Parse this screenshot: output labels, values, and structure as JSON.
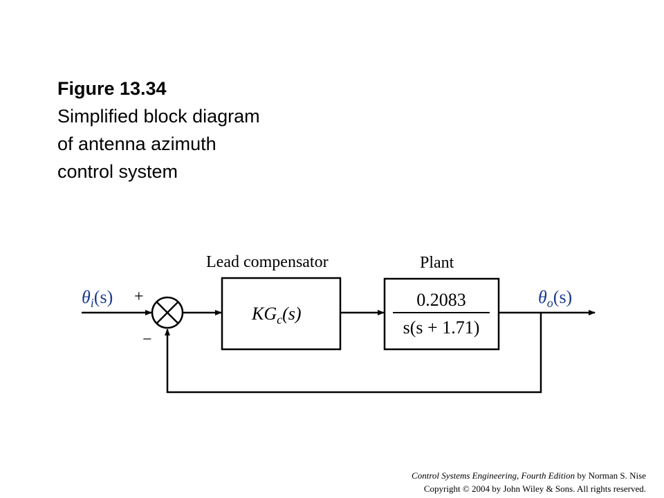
{
  "caption": {
    "figure_number": "Figure 13.34",
    "description": "Simplified block diagram of antenna azimuth control system"
  },
  "diagram": {
    "input_symbol": "θ",
    "input_subscript": "i",
    "input_arg": "(s)",
    "output_symbol": "θ",
    "output_subscript": "o",
    "output_arg": "(s)",
    "plus_sign": "+",
    "minus_sign": "−",
    "compensator": {
      "label": "Lead compensator",
      "tf_main": "KG",
      "tf_sub": "c",
      "tf_arg": "(s)"
    },
    "plant": {
      "label": "Plant",
      "numerator": "0.2083",
      "denominator": "s(s + 1.71)"
    },
    "accent_color": "#1a3a8f"
  },
  "footer": {
    "book_title": "Control Systems Engineering, Fourth Edition",
    "author_text": " by Norman S. Nise",
    "copyright": "Copyright © 2004 by John Wiley & Sons. All rights reserved."
  }
}
